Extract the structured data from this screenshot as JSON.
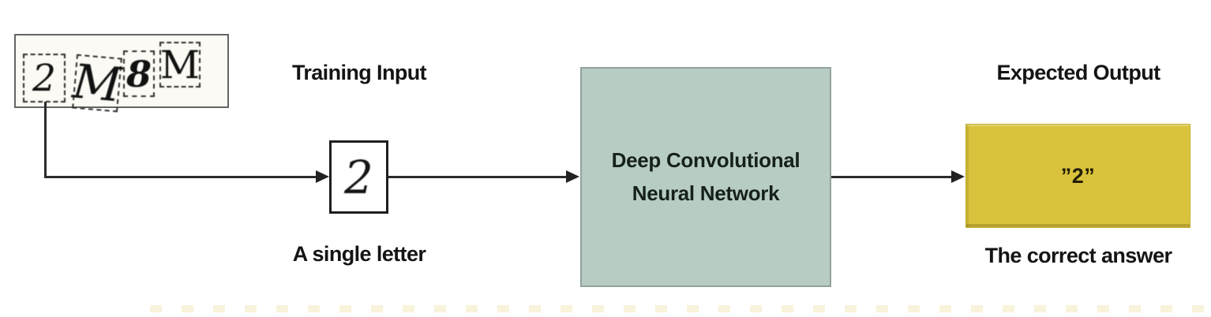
{
  "diagram": {
    "captcha": {
      "chars": [
        "2",
        "M",
        "8",
        "M"
      ]
    },
    "labels": {
      "training_input": "Training Input",
      "single_letter_caption": "A single letter",
      "expected_output": "Expected Output",
      "correct_answer_caption": "The correct answer"
    },
    "nodes": {
      "single_letter_value": "2",
      "dcnn_line1": "Deep Convolutional",
      "dcnn_line2": "Neural Network",
      "output_value": "”2”"
    },
    "colors": {
      "dcnn_fill": "#b7cdc3",
      "dcnn_border": "#92a29b",
      "output_fill": "#d9c33c",
      "connector": "#2b2b2b",
      "text": "#141414"
    }
  }
}
